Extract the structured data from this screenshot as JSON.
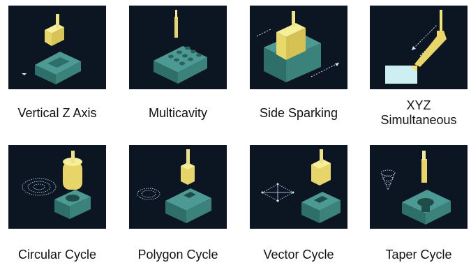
{
  "items": [
    {
      "label": "Vertical Z Axis"
    },
    {
      "label": "Multicavity"
    },
    {
      "label": "Side Sparking"
    },
    {
      "label": "XYZ Simultaneous",
      "label_line1": "XYZ",
      "label_line2": "Simultaneous"
    },
    {
      "label": "Circular Cycle"
    },
    {
      "label": "Polygon Cycle"
    },
    {
      "label": "Vector Cycle"
    },
    {
      "label": "Taper Cycle"
    }
  ],
  "colors": {
    "tile_background": "#0b1622",
    "electrode_yellow": "#f2e27a",
    "workpiece_teal": "#3f8f88",
    "path_lines": "#cfe6ff"
  }
}
